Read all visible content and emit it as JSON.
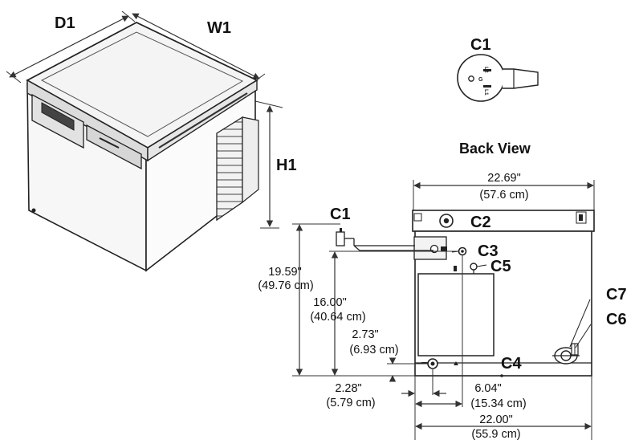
{
  "labels": {
    "d1": "D1",
    "w1": "W1",
    "h1": "H1",
    "c1_top": "C1",
    "c1": "C1",
    "c2": "C2",
    "c3": "C3",
    "c4": "C4",
    "c5": "C5",
    "c6": "C6",
    "c7": "C7"
  },
  "plug_marks": {
    "l2": "L2",
    "g": "G",
    "l1": "L1"
  },
  "back_view_title": "Back View",
  "dimensions": {
    "width_top_in": "22.69\"",
    "width_top_cm": "(57.6 cm)",
    "height_c1_in": "19.59\"",
    "height_c1_cm": "(49.76 cm)",
    "height_c3_in": "16.00\"",
    "height_c3_cm": "(40.64 cm)",
    "height_c4_in": "2.73\"",
    "height_c4_cm": "(6.93 cm)",
    "left_c4_in": "2.28\"",
    "left_c4_cm": "(5.79 cm)",
    "left_c3_in": "6.04\"",
    "left_c3_cm": "(15.34 cm)",
    "width_bottom_in": "22.00\"",
    "width_bottom_cm": "(55.9 cm)"
  }
}
